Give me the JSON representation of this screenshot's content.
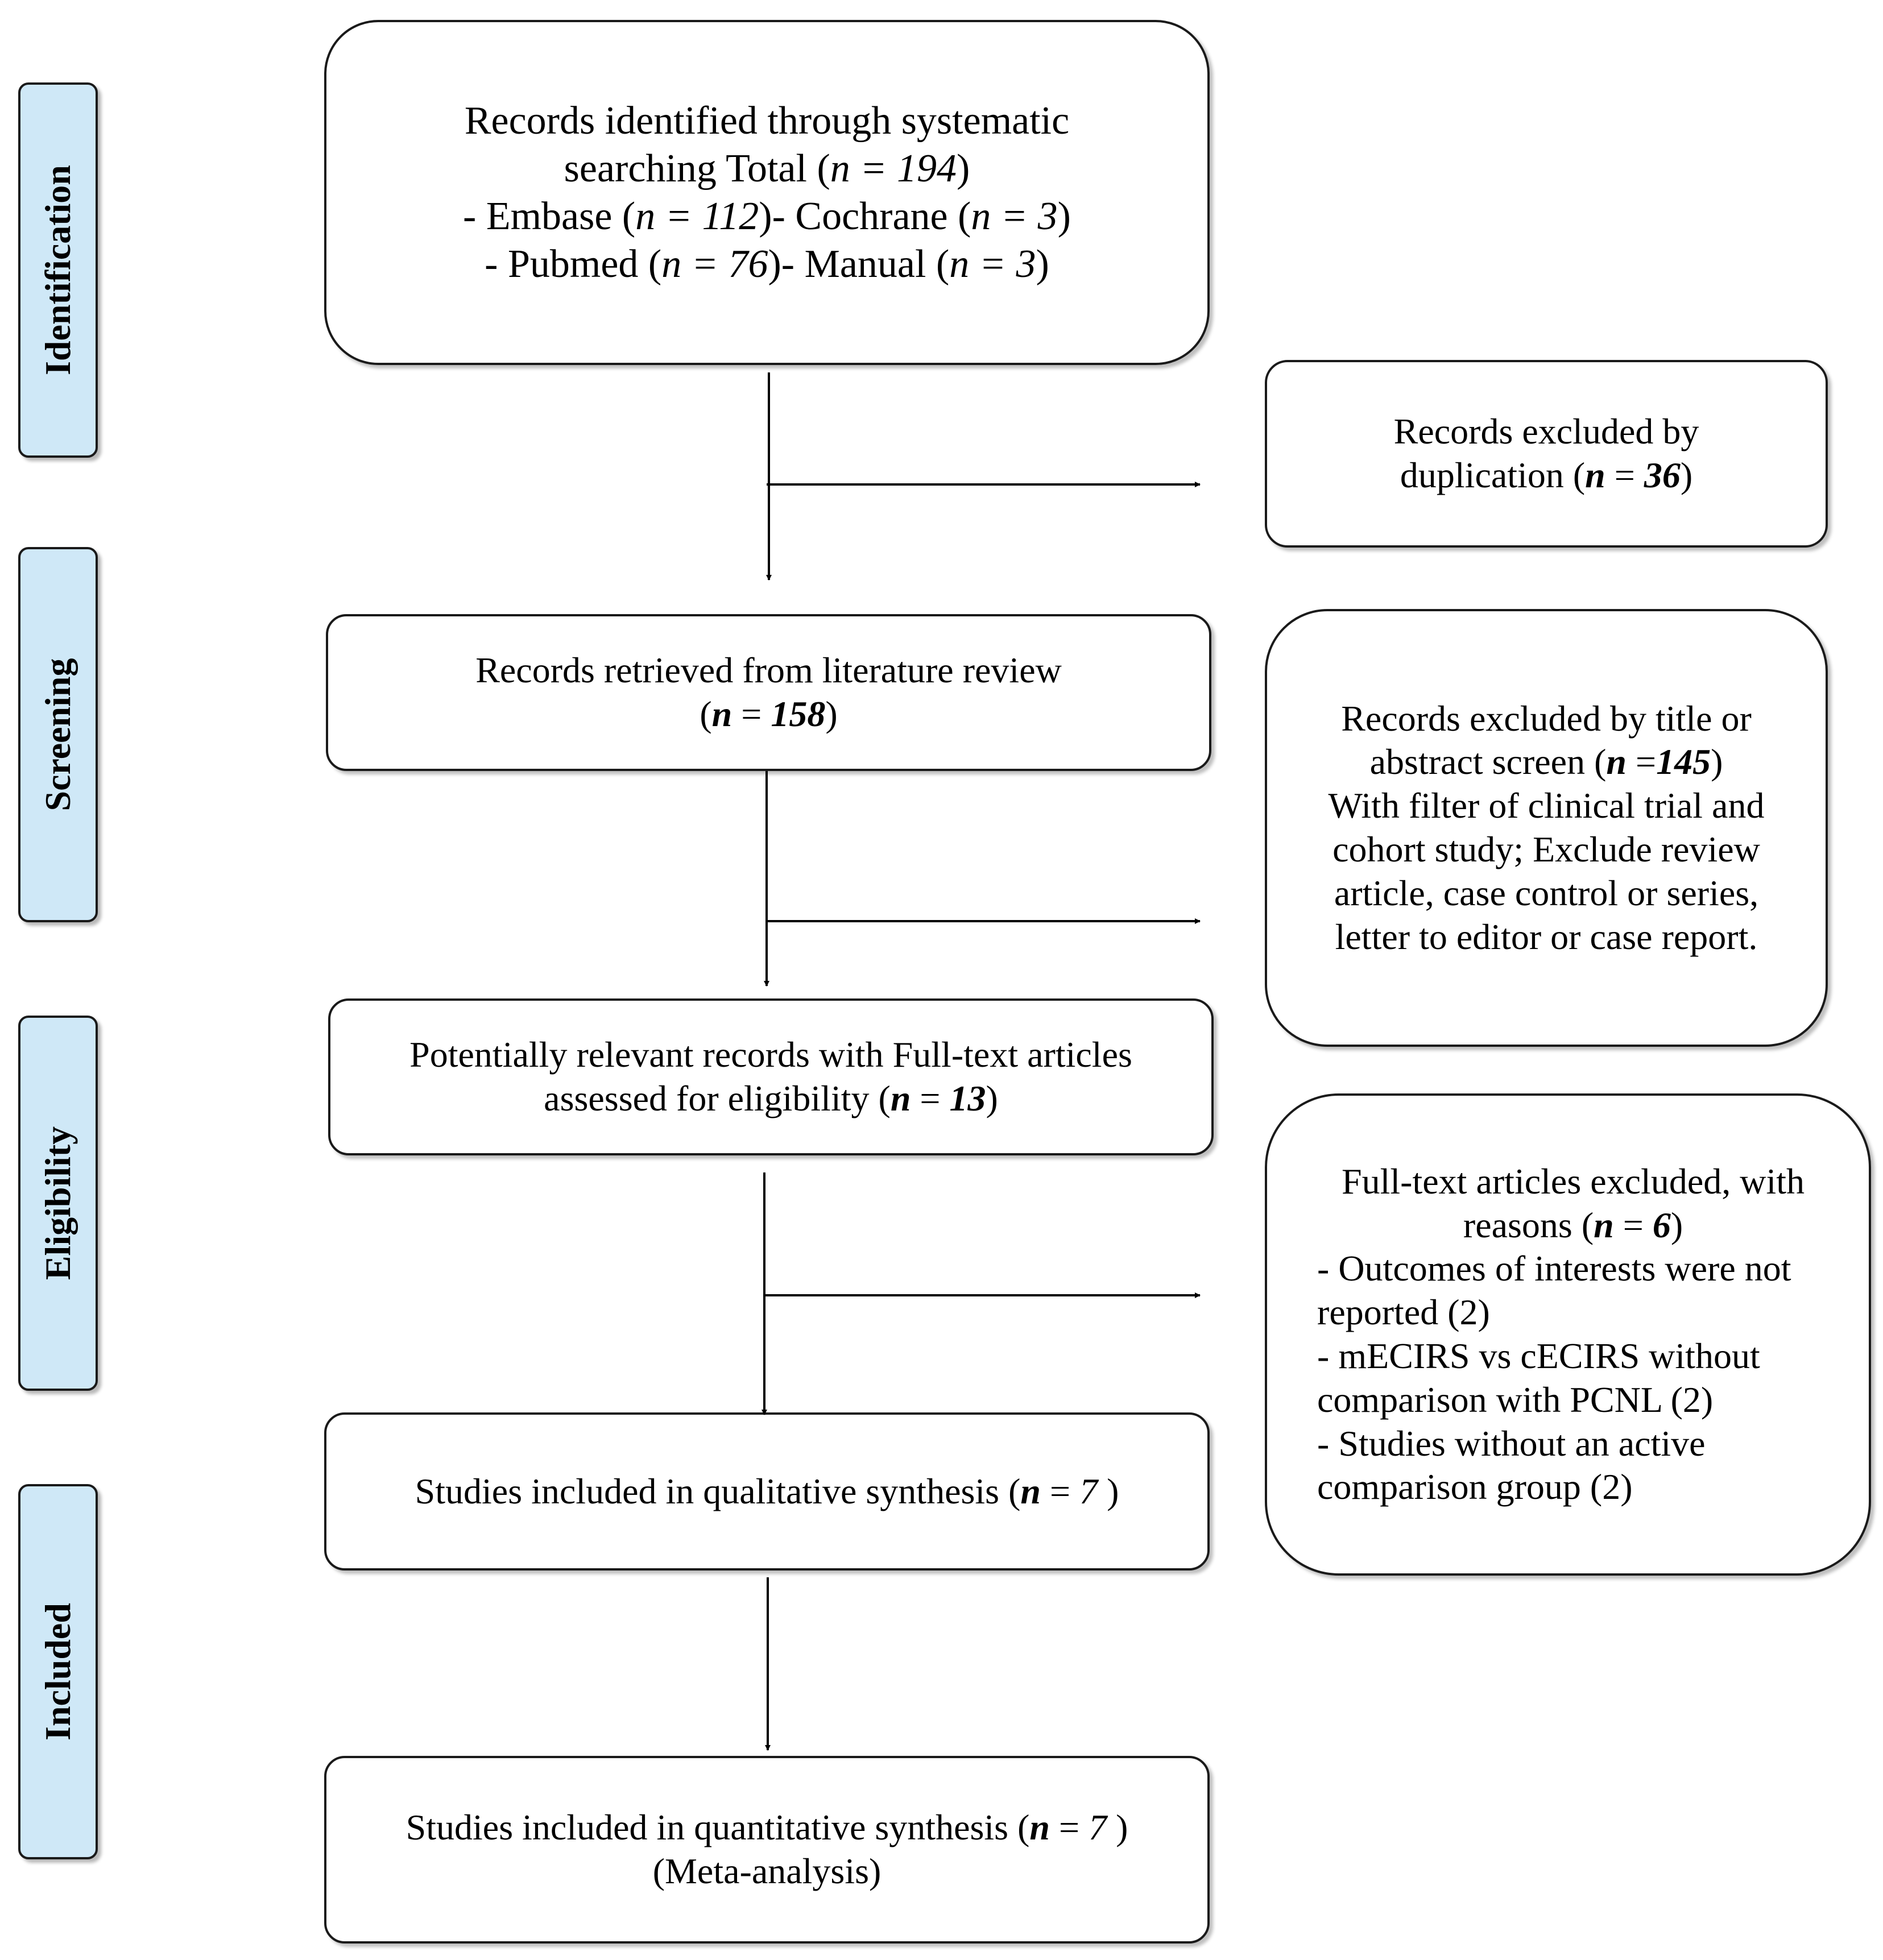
{
  "stages": {
    "identification": "Identification",
    "screening": "Screening",
    "eligibility": "Eligibility",
    "included": "Included"
  },
  "identified": {
    "l1": "Records identified through systematic",
    "l2_a": "searching Total (",
    "l2_n": "n = 194",
    "l2_b": ")",
    "l3_a": "- Embase (",
    "l3_n1": "n = 112",
    "l3_b": ")- Cochrane (",
    "l3_n2": "n = 3",
    "l3_c": ")",
    "l4_a": "- Pubmed (",
    "l4_n1": "n = 76",
    "l4_b": ")- Manual (",
    "l4_n2": "n = 3",
    "l4_c": ")"
  },
  "duplicates": {
    "l1": "Records excluded by",
    "l2_a": "duplication (",
    "l2_n": "n",
    "l2_eq": " = ",
    "l2_v": "36",
    "l2_b": ")"
  },
  "retrieved": {
    "l1": "Records retrieved from literature review",
    "l2_a": "(",
    "l2_n": "n",
    "l2_eq": " = ",
    "l2_v": "158",
    "l2_b": ")"
  },
  "title_excluded": {
    "l1": "Records excluded by title or",
    "l2_a": "abstract screen (",
    "l2_n": "n",
    "l2_eq": " =",
    "l2_v": "145",
    "l2_b": ")",
    "l3": "With filter of clinical trial and",
    "l4": "cohort study; Exclude review",
    "l5": "article, case control or series,",
    "l6": "letter to editor or case report."
  },
  "fulltext": {
    "l1": "Potentially relevant records with Full-text articles",
    "l2_a": "assessed for eligibility (",
    "l2_n": "n",
    "l2_eq": " = ",
    "l2_v": "13",
    "l2_b": ")"
  },
  "fulltext_excluded": {
    "l1": "Full-text articles excluded, with",
    "l2_a": "reasons (",
    "l2_n": "n",
    "l2_eq": " = ",
    "l2_v": "6",
    "l2_b": ")",
    "l3": "- Outcomes of interests were not",
    "l4": "reported (2)",
    "l5": "- mECIRS vs cECIRS without",
    "l6": "comparison with PCNL (2)",
    "l7": "- Studies without an active",
    "l8": "comparison group (2)"
  },
  "qualitative": {
    "l1_a": "Studies included in qualitative synthesis (",
    "l1_n": "n",
    "l1_eq": " = ",
    "l1_v": "7",
    "l1_b": " )"
  },
  "quantitative": {
    "l1_a": "Studies included in quantitative synthesis (",
    "l1_n": "n",
    "l1_eq": " = ",
    "l1_v": "7",
    "l1_b": " )",
    "l2": "(Meta-analysis)"
  }
}
